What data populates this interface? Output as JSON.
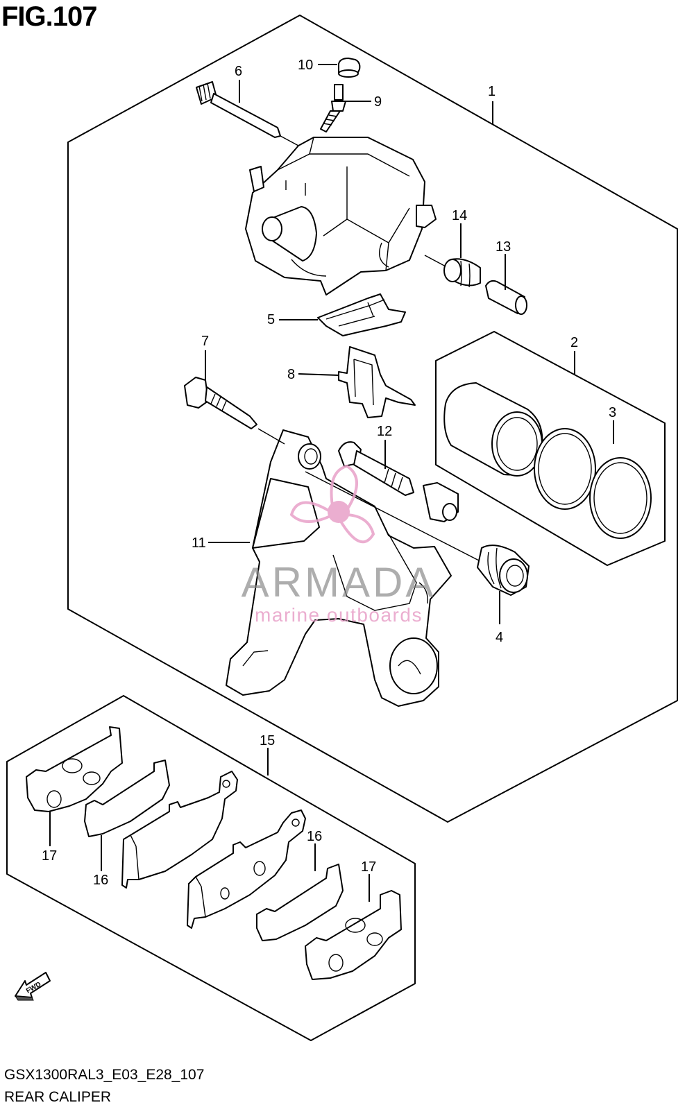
{
  "figure": {
    "title": "FIG.107"
  },
  "footer": {
    "code": "GSX1300RAL3_E03_E28_107",
    "name": "REAR CALIPER"
  },
  "fwd_arrow": {
    "label": "FWD"
  },
  "watermark": {
    "brand": "ARMADA",
    "tagline": "marine outboards",
    "color": "#e8a0c8",
    "text_color": "#888888"
  },
  "callouts": {
    "c1": "1",
    "c2": "2",
    "c3": "3",
    "c4": "4",
    "c5": "5",
    "c6": "6",
    "c7": "7",
    "c8": "8",
    "c9": "9",
    "c10": "10",
    "c11": "11",
    "c12": "12",
    "c13": "13",
    "c14": "14",
    "c15": "15",
    "c16a": "16",
    "c16b": "16",
    "c17a": "17",
    "c17b": "17"
  }
}
